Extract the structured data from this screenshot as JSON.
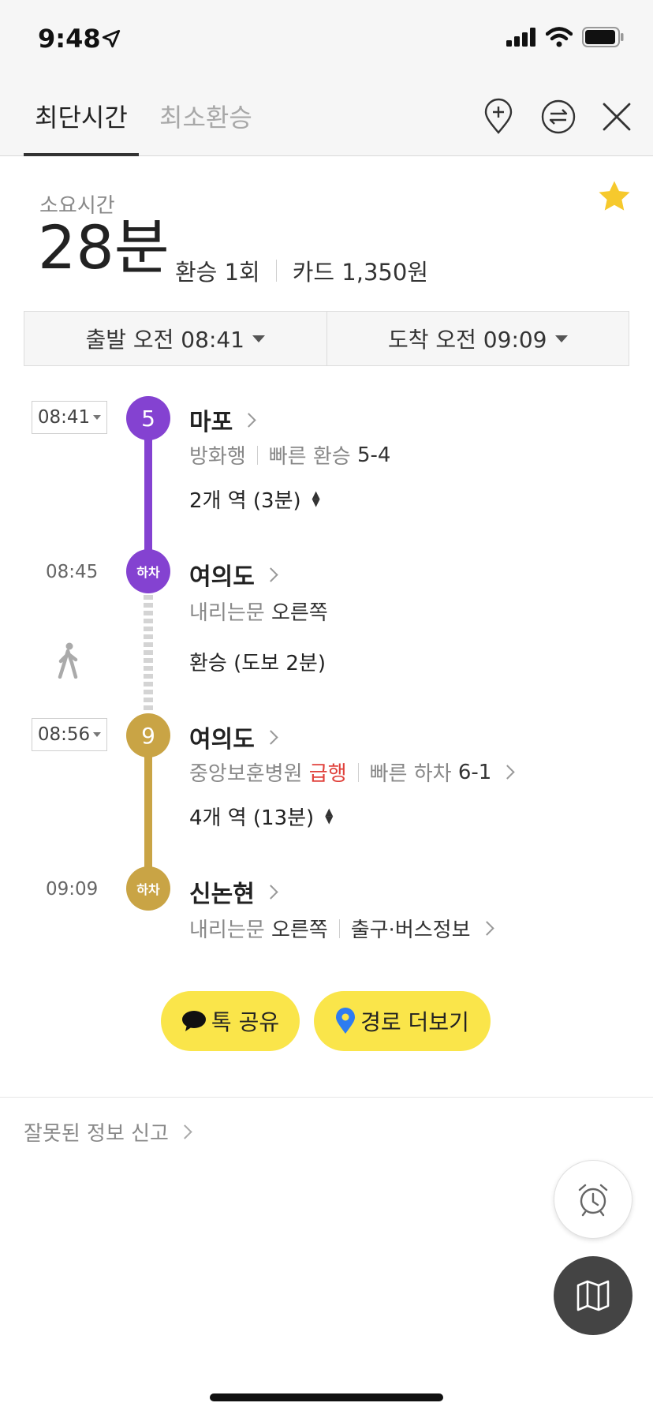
{
  "status": {
    "time": "9:48"
  },
  "tabs": [
    {
      "label": "최단시간",
      "active": true
    },
    {
      "label": "최소환승",
      "active": false
    }
  ],
  "summary": {
    "label": "소요시간",
    "duration": "28분",
    "transfers": "환승 1회",
    "fare": "카드 1,350원"
  },
  "times": {
    "depart": "출발  오전 08:41",
    "arrive": "도착  오전 09:09"
  },
  "colors": {
    "line5": "#8442d1",
    "line9": "#c9a445",
    "button": "#fae54a"
  },
  "segments": [
    {
      "time": "08:41",
      "line": "5",
      "station": "마포",
      "direction": "방화행",
      "fast_label": "빠른 환승",
      "fast_value": "5-4",
      "count": "2개 역 (3분)"
    },
    {
      "time": "08:45",
      "node": "하차",
      "station": "여의도",
      "door_label": "내리는문",
      "door_value": "오른쪽"
    },
    {
      "walk": "환승 (도보 2분)"
    },
    {
      "time": "08:56",
      "line": "9",
      "station": "여의도",
      "direction": "중앙보훈병원",
      "express": "급행",
      "fast_label": "빠른 하차",
      "fast_value": "6-1",
      "count": "4개 역 (13분)"
    },
    {
      "time": "09:09",
      "node": "하차",
      "station": "신논현",
      "door_label": "내리는문",
      "door_value": "오른쪽",
      "exit_info": "출구·버스정보"
    }
  ],
  "buttons": {
    "share": "톡 공유",
    "more": "경로 더보기"
  },
  "report": "잘못된 정보 신고"
}
